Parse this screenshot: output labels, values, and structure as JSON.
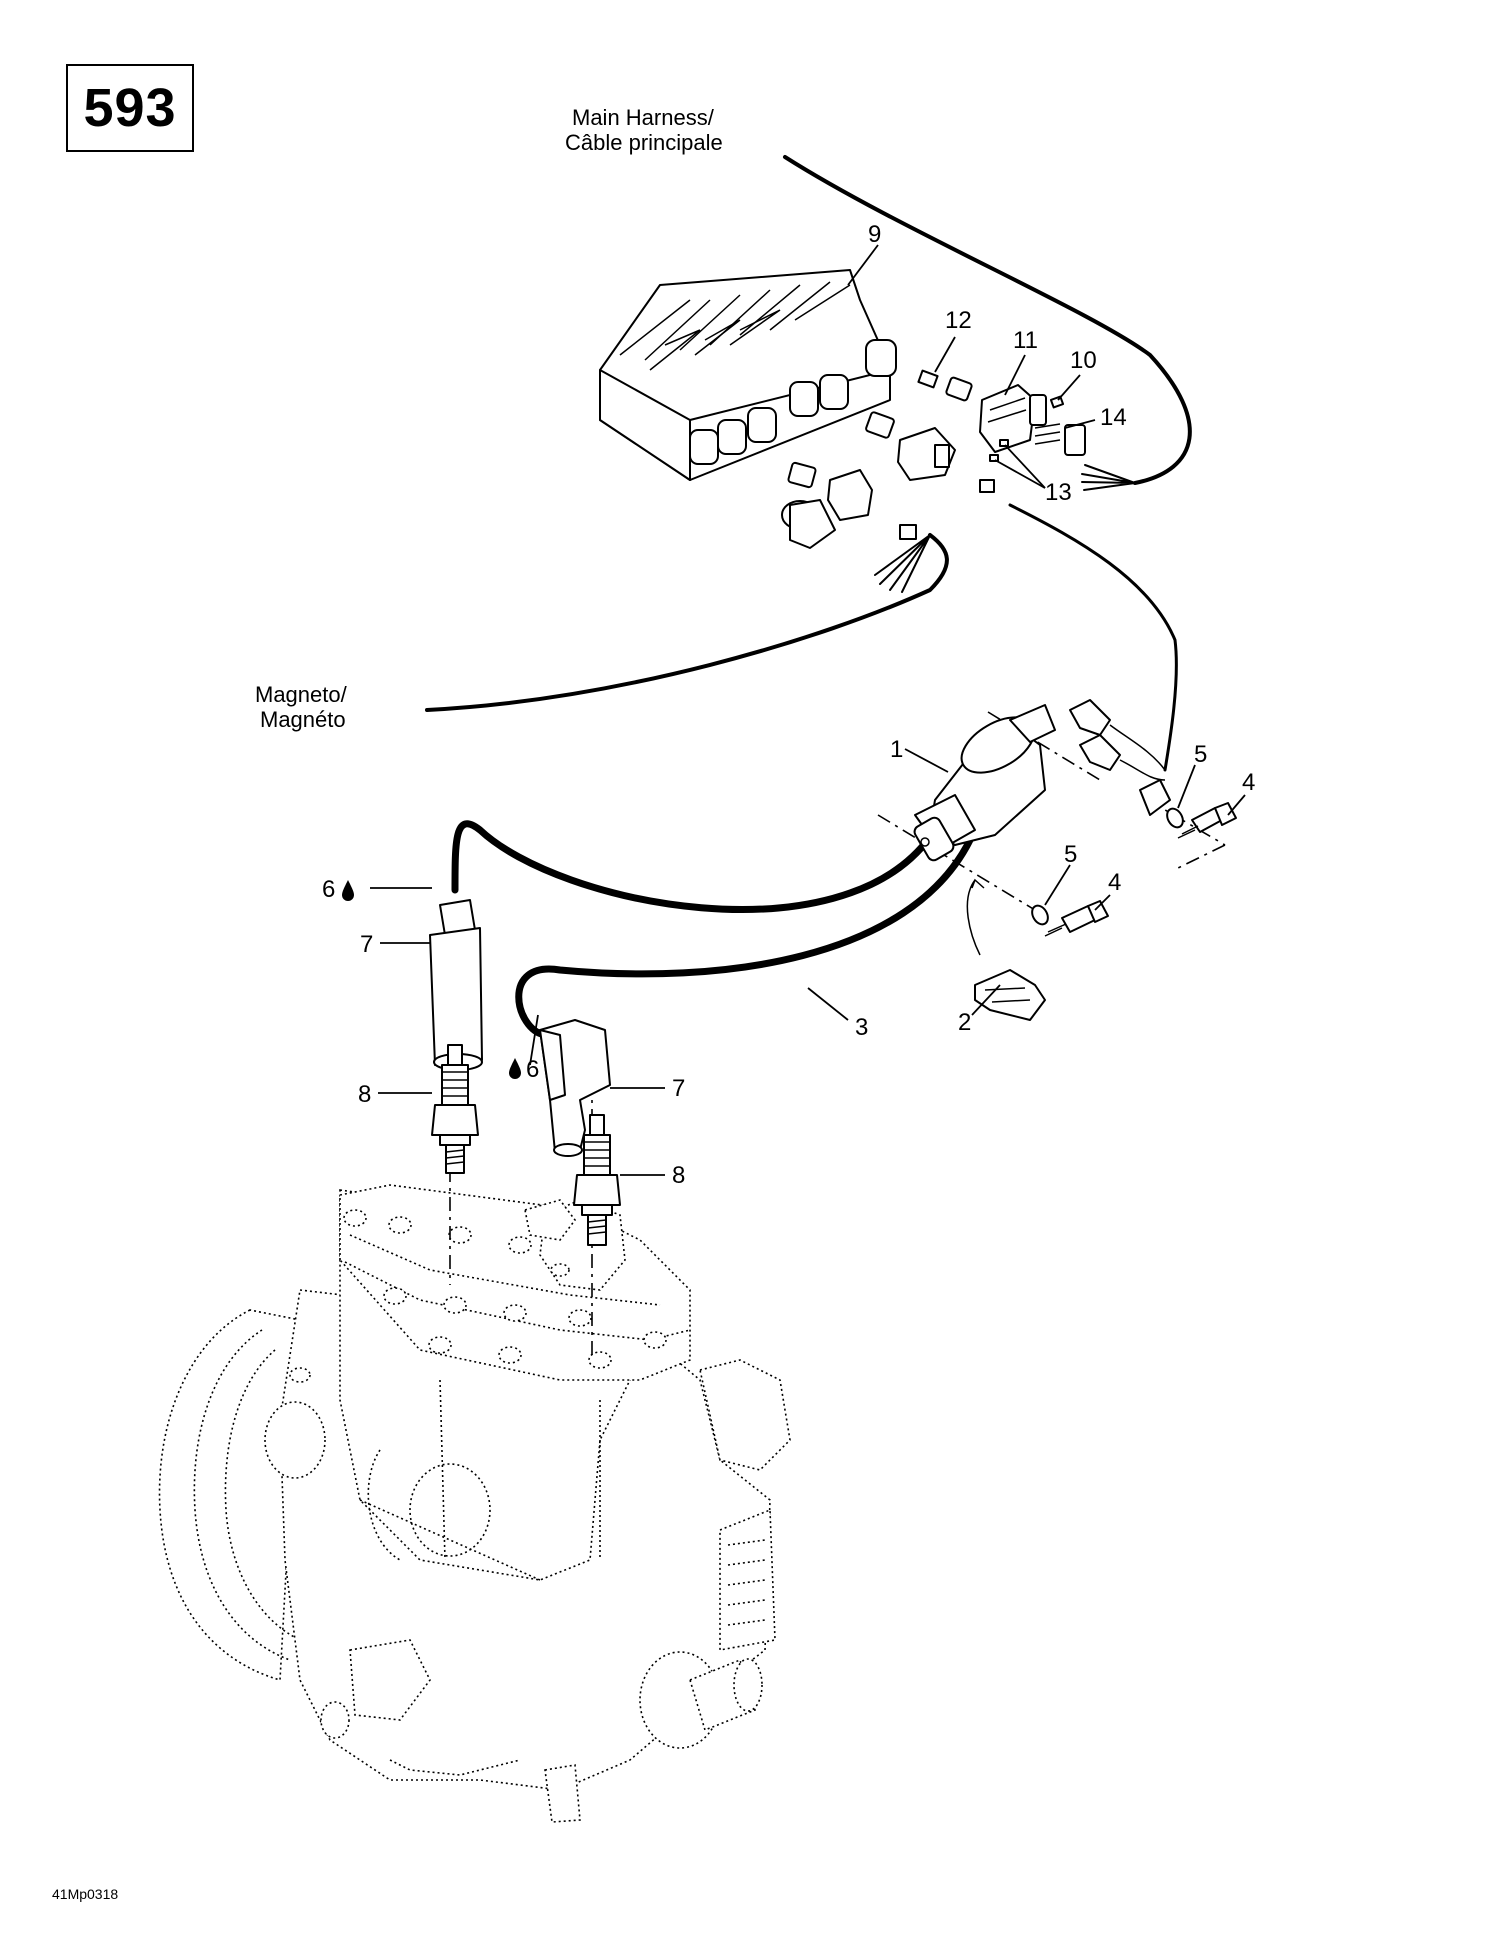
{
  "page_number": "593",
  "figure_code": "41Mp0318",
  "labels": {
    "main_harness": [
      "Main Harness/",
      "Câble principale"
    ],
    "magneto": [
      "Magneto/",
      "Magnéto"
    ]
  },
  "callouts": {
    "c1": "1",
    "c2": "2",
    "c3": "3",
    "c4a": "4",
    "c4b": "4",
    "c5a": "5",
    "c5b": "5",
    "c6a": "6",
    "c6b": "6",
    "c7a": "7",
    "c7b": "7",
    "c8a": "8",
    "c8b": "8",
    "c9": "9",
    "c10": "10",
    "c11": "11",
    "c12": "12",
    "c13": "13",
    "c14": "14"
  },
  "colors": {
    "ink": "#000000",
    "paper": "#ffffff"
  }
}
